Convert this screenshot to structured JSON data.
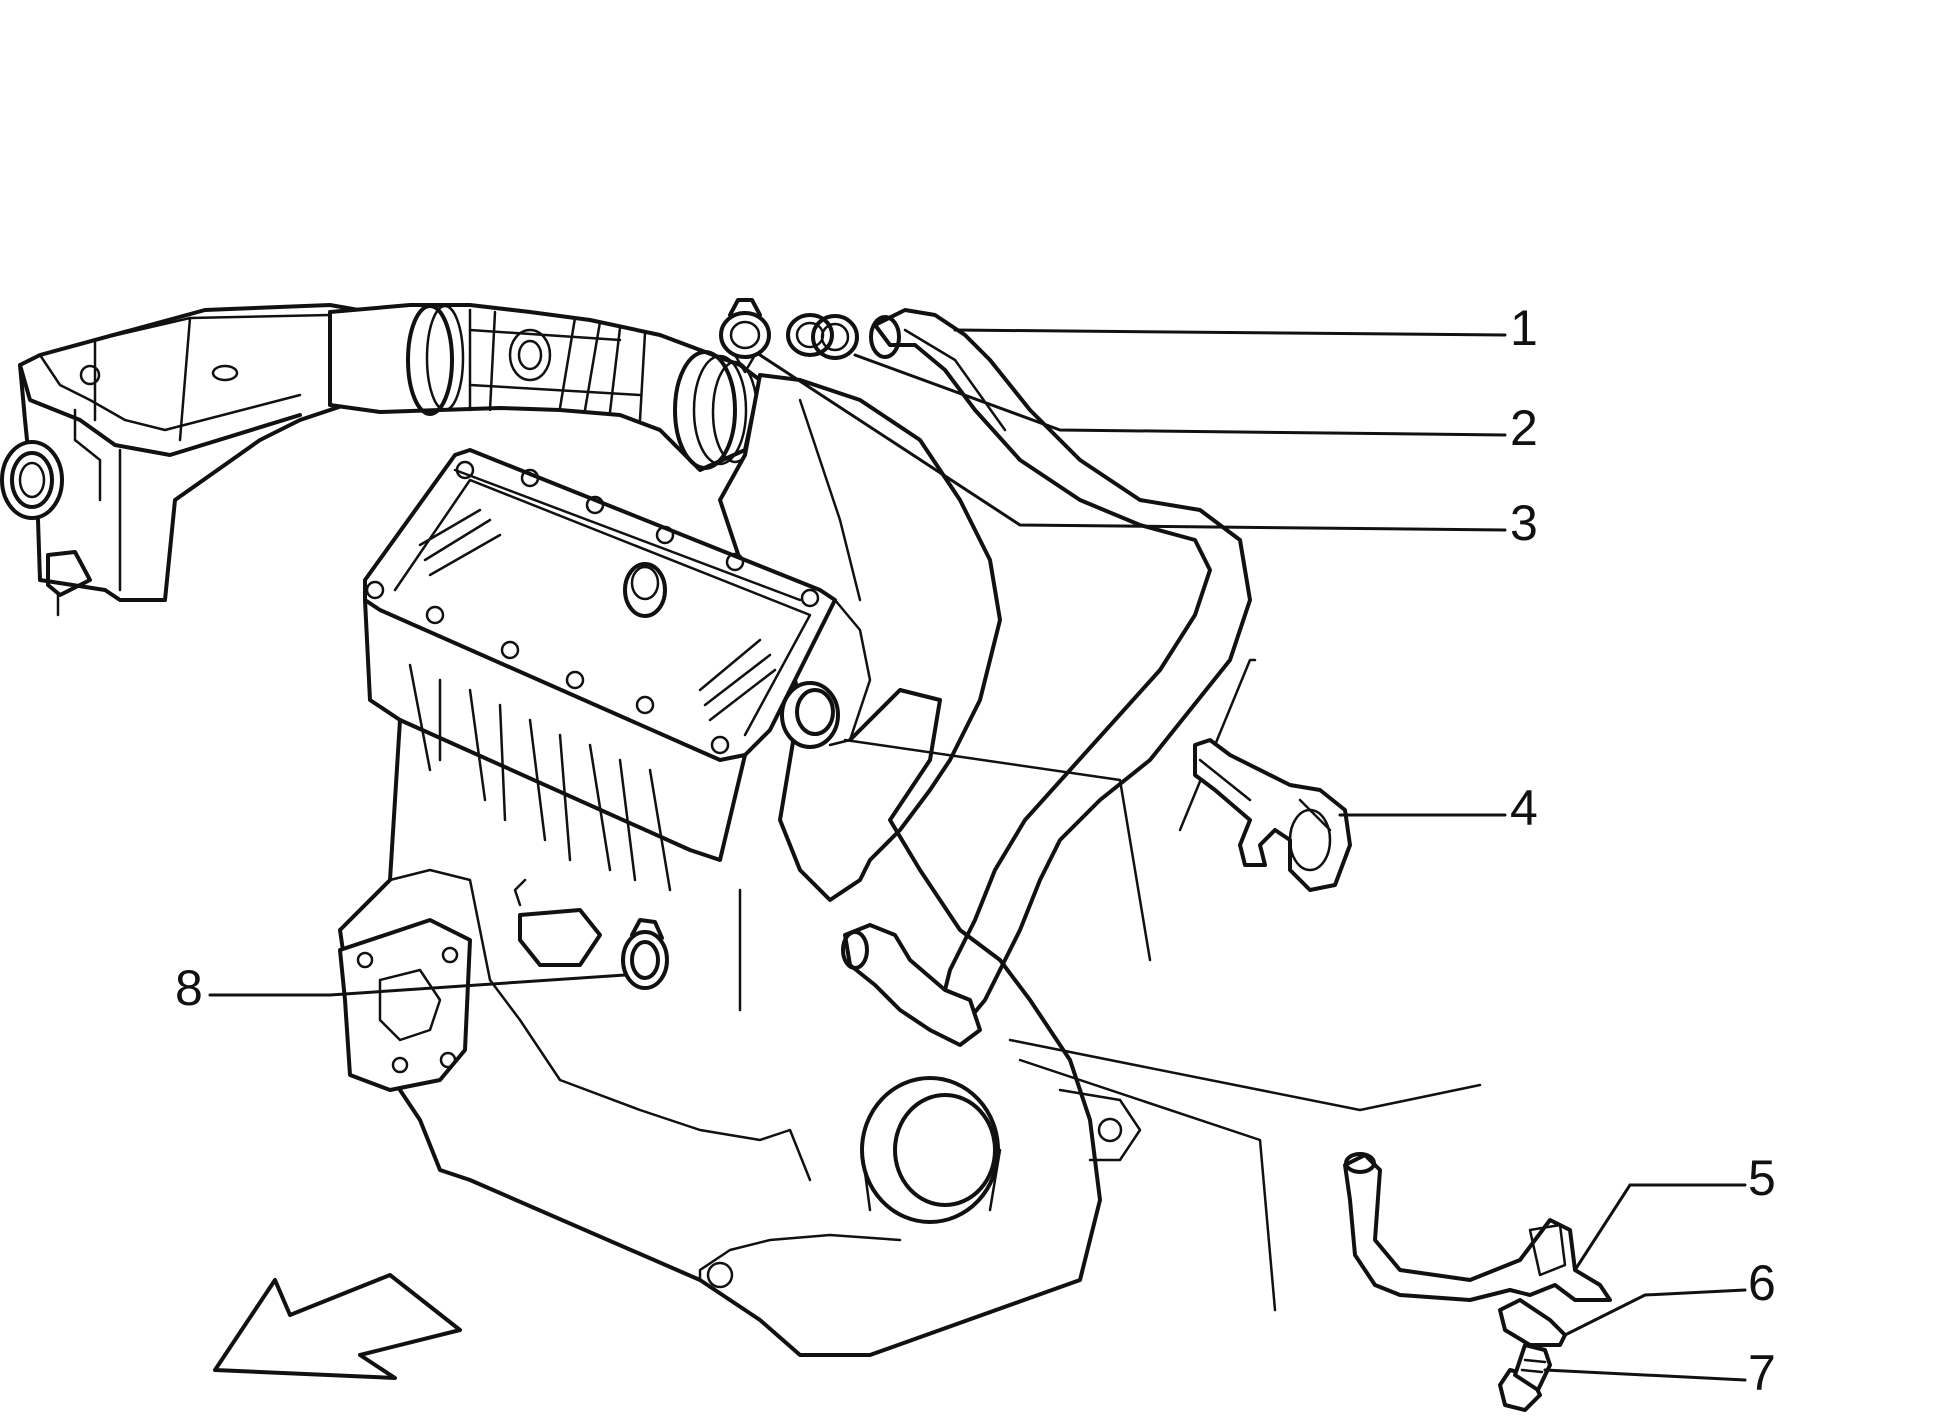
{
  "diagram": {
    "labels": [
      {
        "id": "1",
        "text": "1"
      },
      {
        "id": "2",
        "text": "2"
      },
      {
        "id": "3",
        "text": "3"
      },
      {
        "id": "4",
        "text": "4"
      },
      {
        "id": "5",
        "text": "5"
      },
      {
        "id": "6",
        "text": "6"
      },
      {
        "id": "7",
        "text": "7"
      },
      {
        "id": "8",
        "text": "8"
      }
    ],
    "ink_color": "#111111",
    "background_color": "#ffffff"
  }
}
